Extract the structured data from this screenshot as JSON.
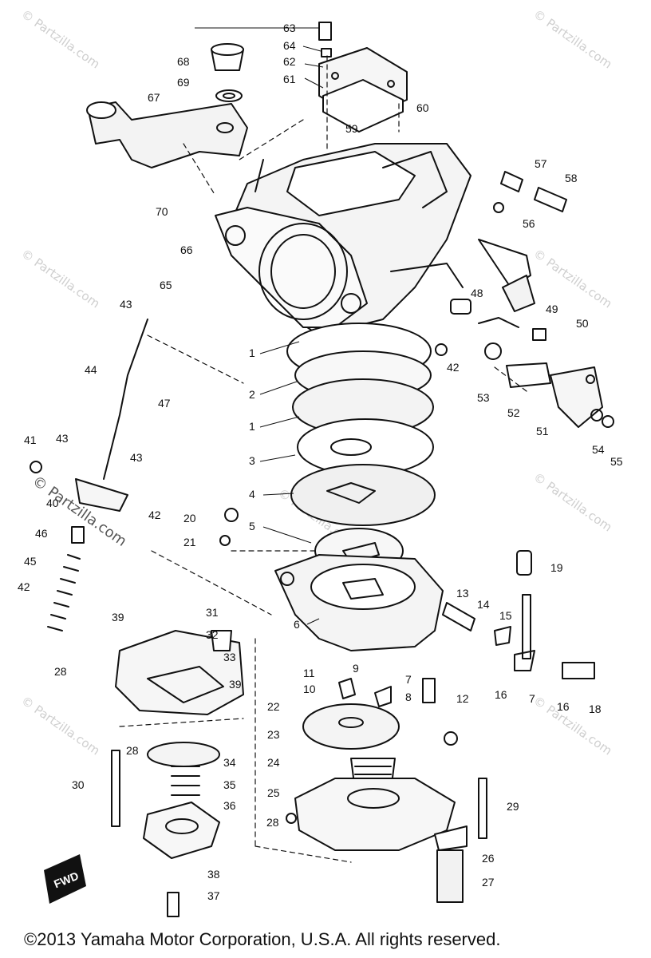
{
  "watermark": "© Partzilla.com",
  "copyright": "©2013  Yamaha Motor Corporation, U.S.A. All rights reserved.",
  "badge": "FWD",
  "callouts": [
    "1",
    "2",
    "1",
    "3",
    "4",
    "5",
    "6",
    "7",
    "7",
    "8",
    "9",
    "10",
    "11",
    "12",
    "13",
    "14",
    "15",
    "16",
    "16",
    "18",
    "19",
    "20",
    "21",
    "22",
    "23",
    "24",
    "25",
    "26",
    "27",
    "28",
    "28",
    "28",
    "29",
    "30",
    "31",
    "32",
    "33",
    "34",
    "35",
    "36",
    "37",
    "38",
    "39",
    "39",
    "40",
    "41",
    "42",
    "42",
    "42",
    "43",
    "43",
    "43",
    "44",
    "45",
    "46",
    "47",
    "48",
    "49",
    "50",
    "51",
    "52",
    "53",
    "54",
    "55",
    "56",
    "57",
    "58",
    "59",
    "60",
    "61",
    "62",
    "63",
    "64",
    "65",
    "66",
    "67",
    "68",
    "69",
    "70"
  ]
}
